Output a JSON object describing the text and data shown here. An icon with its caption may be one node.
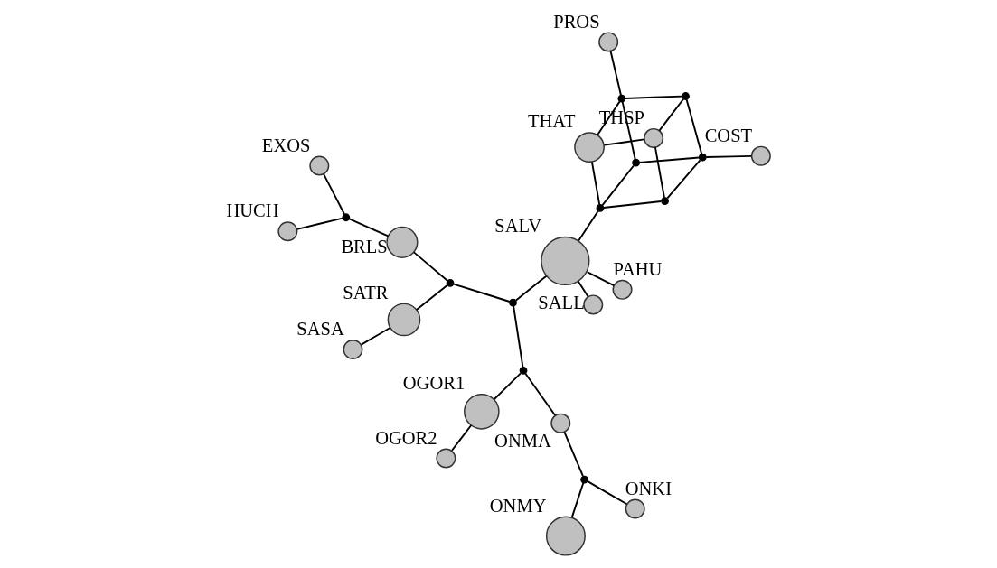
{
  "diagram": {
    "nodes": [
      {
        "text": [
          "ONMY"
        ]
      },
      {
        "text": [
          "ONKI"
        ]
      },
      {
        "text": [
          "OGOR2"
        ]
      },
      {
        "text": [
          "OGOR1"
        ]
      },
      {
        "text": [],
        "shape": "circle"
      },
      {
        "text": [
          "PROS"
        ]
      },
      {
        "text": [
          "ONMA"
        ]
      },
      {
        "text": [],
        "shape": "circle"
      },
      {
        "text": [
          "SASA"
        ]
      },
      {
        "text": [
          "SALL"
        ]
      },
      {
        "text": [
          "THAT"
        ]
      },
      {
        "text": [
          "SATR"
        ]
      },
      {
        "text": [],
        "shape": "circle"
      },
      {
        "text": [],
        "shape": "circle"
      },
      {
        "text": [],
        "shape": "circle"
      },
      {
        "text": [
          "SALV"
        ]
      },
      {
        "text": [],
        "shape": "circle"
      },
      {
        "text": [],
        "shape": "circle"
      },
      {
        "text": [
          "BRLS"
        ]
      },
      {
        "text": [
          "THSP"
        ]
      },
      {
        "text": [],
        "shape": "circle"
      },
      {
        "text": [
          "HUCH"
        ]
      },
      {
        "text": [],
        "shape": "circle"
      },
      {
        "text": [],
        "shape": "circle"
      },
      {
        "text": [],
        "shape": "circle"
      },
      {
        "text": [
          "COST"
        ]
      },
      {
        "text": [
          "PAHU"
        ]
      },
      {
        "text": [
          "EXOS"
        ]
      }
    ],
    "edges": [
      {
        "from": 5,
        "to": 13,
        "arrow": "none"
      },
      {
        "from": 13,
        "to": 10,
        "arrow": "none"
      },
      {
        "from": 13,
        "to": 17,
        "arrow": "none"
      },
      {
        "from": 13,
        "to": 20,
        "arrow": "none"
      },
      {
        "from": 10,
        "to": 19,
        "arrow": "none"
      },
      {
        "from": 10,
        "to": 16,
        "arrow": "none"
      },
      {
        "from": 17,
        "to": 16,
        "arrow": "none"
      },
      {
        "from": 17,
        "to": 24,
        "arrow": "none"
      },
      {
        "from": 20,
        "to": 19,
        "arrow": "none"
      },
      {
        "from": 20,
        "to": 24,
        "arrow": "none"
      },
      {
        "from": 19,
        "to": 23,
        "arrow": "none"
      },
      {
        "from": 16,
        "to": 23,
        "arrow": "none"
      },
      {
        "from": 24,
        "to": 23,
        "arrow": "none"
      },
      {
        "from": 25,
        "to": 24,
        "arrow": "none"
      },
      {
        "from": 16,
        "to": 15,
        "arrow": "none"
      },
      {
        "from": 9,
        "to": 15,
        "arrow": "none"
      },
      {
        "from": 15,
        "to": 26,
        "arrow": "none"
      },
      {
        "from": 15,
        "to": 12,
        "arrow": "none"
      },
      {
        "from": 12,
        "to": 7,
        "arrow": "none"
      },
      {
        "from": 7,
        "to": 6,
        "arrow": "none"
      },
      {
        "from": 6,
        "to": 4,
        "arrow": "none"
      },
      {
        "from": 4,
        "to": 0,
        "arrow": "none"
      },
      {
        "from": 4,
        "to": 1,
        "arrow": "none"
      },
      {
        "from": 7,
        "to": 3,
        "arrow": "none"
      },
      {
        "from": 3,
        "to": 2,
        "arrow": "none"
      },
      {
        "from": 12,
        "to": 14,
        "arrow": "none"
      },
      {
        "from": 14,
        "to": 11,
        "arrow": "none"
      },
      {
        "from": 11,
        "to": 8,
        "arrow": "none"
      },
      {
        "from": 14,
        "to": 18,
        "arrow": "none"
      },
      {
        "from": 18,
        "to": 22,
        "arrow": "none"
      },
      {
        "from": 22,
        "to": 21,
        "arrow": "none"
      },
      {
        "from": 22,
        "to": 27,
        "arrow": "none"
      }
    ]
  }
}
